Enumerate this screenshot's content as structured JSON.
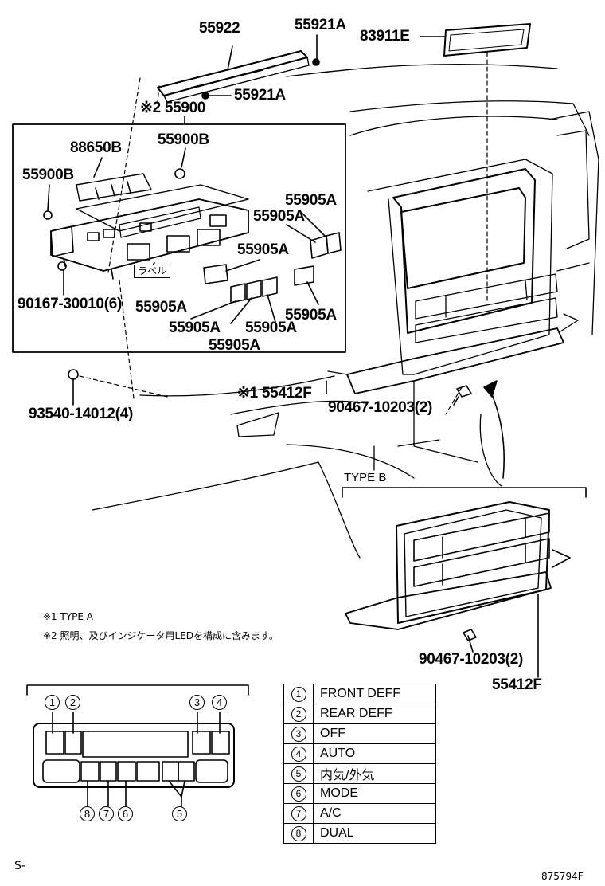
{
  "parts": {
    "p55922": "55922",
    "p55921A_top": "55921A",
    "p83911E": "83911E",
    "p55921A_mid": "55921A",
    "p55900": "※2 55900",
    "p88650B": "88650B",
    "p55900B_right": "55900B",
    "p55900B_left": "55900B",
    "p55905A_1": "55905A",
    "p55905A_2": "55905A",
    "p55905A_3": "55905A",
    "p55905A_4": "55905A",
    "p55905A_5": "55905A",
    "p55905A_6": "55905A",
    "p55905A_7": "55905A",
    "p55905A_8": "55905A",
    "p90167": "90167-30010(6)",
    "p93540": "93540-14012(4)",
    "p55412F_a": "※1 55412F",
    "p90467_a": "90467-10203(2)",
    "p90467_b": "90467-10203(2)",
    "p55412F_b": "55412F",
    "label_jp": "ラベル"
  },
  "type_b_label": "TYPE B",
  "notes": {
    "n1": "※1 TYPE A",
    "n2": "※2 照明、及びインジケータ用LEDを構成に含みます。"
  },
  "legend": [
    {
      "num": "1",
      "text": "FRONT DEFF"
    },
    {
      "num": "2",
      "text": "REAR DEFF"
    },
    {
      "num": "3",
      "text": "OFF"
    },
    {
      "num": "4",
      "text": "AUTO"
    },
    {
      "num": "5",
      "text": "内気/外気"
    },
    {
      "num": "6",
      "text": "MODE"
    },
    {
      "num": "7",
      "text": "A/C"
    },
    {
      "num": "8",
      "text": "DUAL"
    }
  ],
  "callouts": [
    "1",
    "2",
    "3",
    "4",
    "5",
    "6",
    "7",
    "8"
  ],
  "footer": {
    "left": "S-",
    "right": "875794F"
  }
}
